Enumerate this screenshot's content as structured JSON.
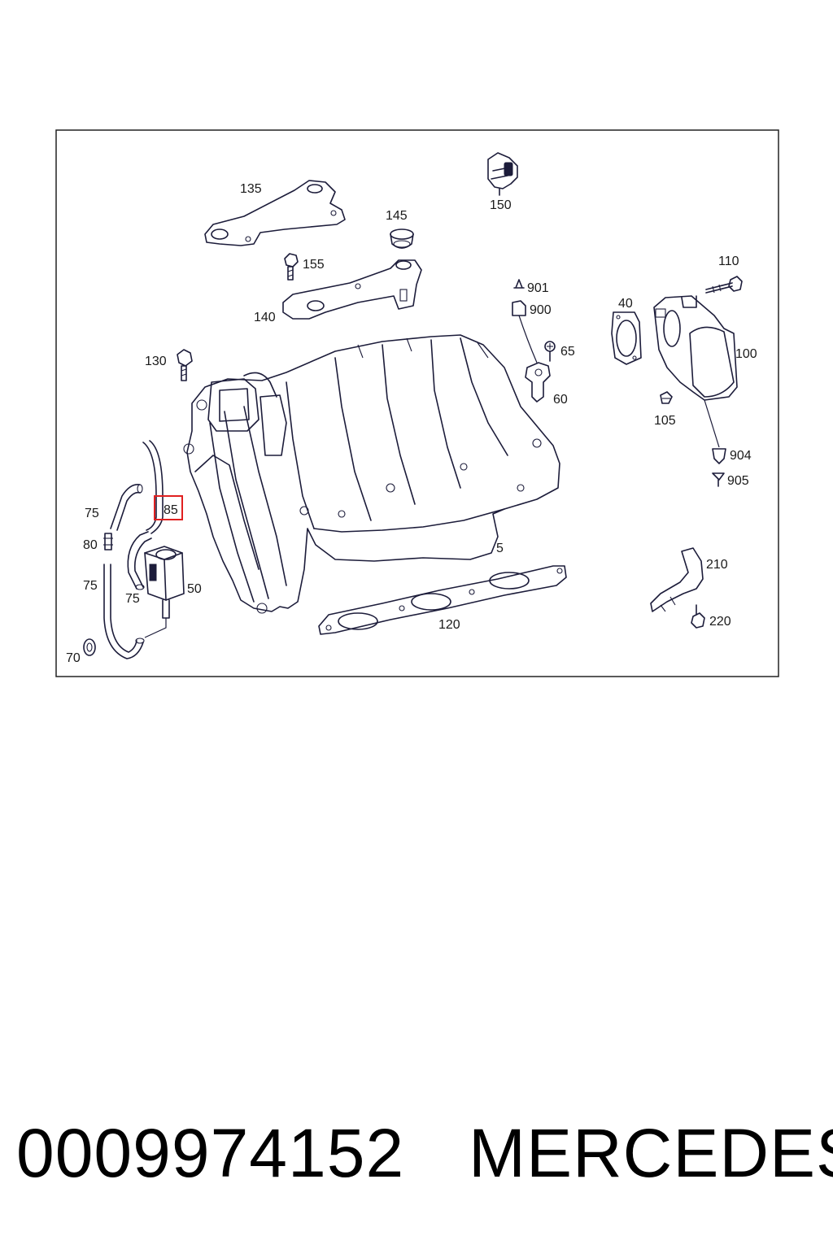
{
  "callouts": [
    {
      "id": "c135",
      "text": "135"
    },
    {
      "id": "c145",
      "text": "145"
    },
    {
      "id": "c150",
      "text": "150"
    },
    {
      "id": "c155",
      "text": "155"
    },
    {
      "id": "c140",
      "text": "140"
    },
    {
      "id": "c901",
      "text": "901"
    },
    {
      "id": "c900",
      "text": "900"
    },
    {
      "id": "c110",
      "text": "110"
    },
    {
      "id": "c40",
      "text": "40"
    },
    {
      "id": "c100",
      "text": "100"
    },
    {
      "id": "c130",
      "text": "130"
    },
    {
      "id": "c65",
      "text": "65"
    },
    {
      "id": "c60",
      "text": "60"
    },
    {
      "id": "c105",
      "text": "105"
    },
    {
      "id": "c904",
      "text": "904"
    },
    {
      "id": "c905",
      "text": "905"
    },
    {
      "id": "c75a",
      "text": "75"
    },
    {
      "id": "c85",
      "text": "85"
    },
    {
      "id": "c80",
      "text": "80"
    },
    {
      "id": "c75b",
      "text": "75"
    },
    {
      "id": "c75c",
      "text": "75"
    },
    {
      "id": "c50",
      "text": "50"
    },
    {
      "id": "c70",
      "text": "70"
    },
    {
      "id": "c5",
      "text": "5"
    },
    {
      "id": "c120",
      "text": "120"
    },
    {
      "id": "c210",
      "text": "210"
    },
    {
      "id": "c220",
      "text": "220"
    }
  ],
  "highlighted_callout": "85",
  "highlight_color": "#e02020",
  "footer": {
    "part_number": "0009974152",
    "brand": "MERCEDES"
  }
}
